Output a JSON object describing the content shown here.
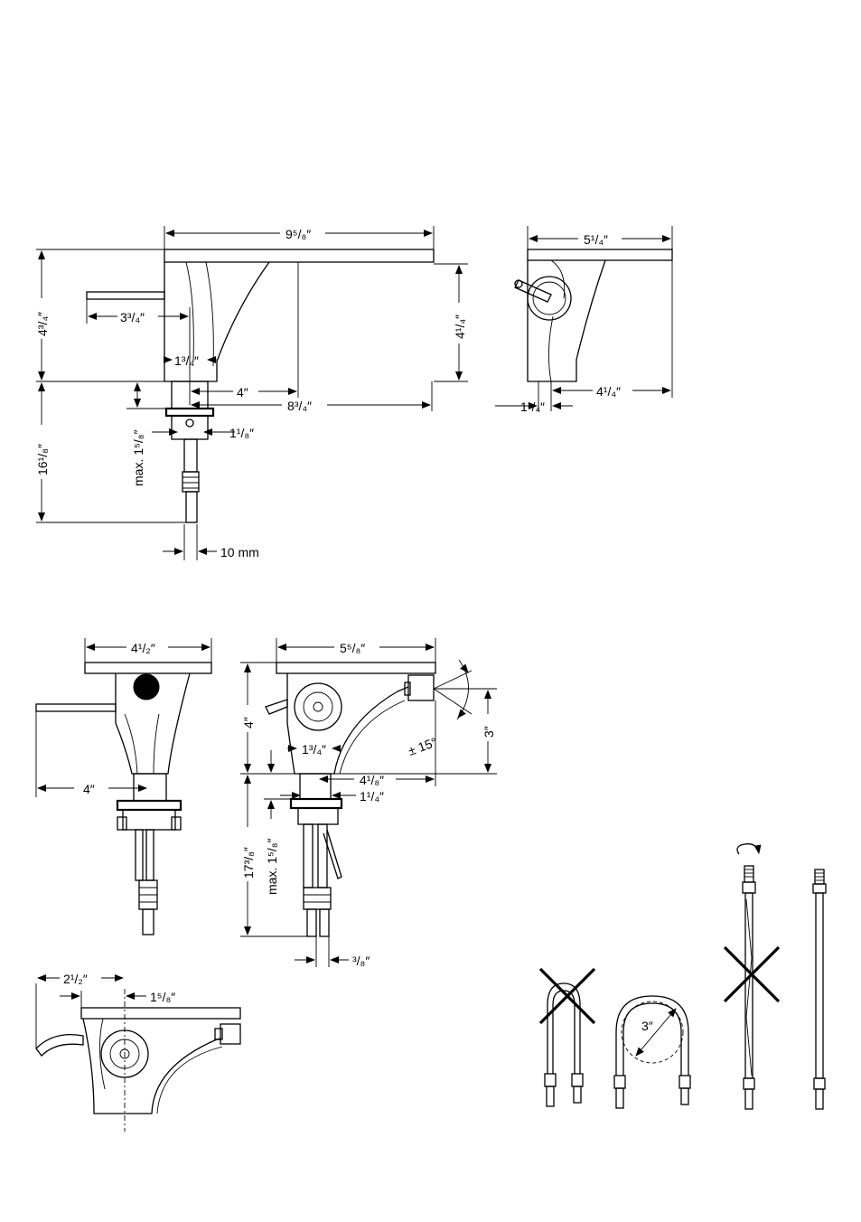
{
  "dimensions": {
    "side_width": "9⁵/₈″",
    "side_height": "4³/₄″",
    "lever_reach": "3³/₄″",
    "spout_height": "4¹/₄″",
    "base_dia": "1³/₄″",
    "offset_4": "4″",
    "spout_reach": "8³/₄″",
    "shank_len": "16¹/₈″",
    "max_thickness": "max. 1⁵/₈″",
    "shank_dia": "1¹/₈″",
    "tube": "10 mm",
    "front_width": "5¹/₄″",
    "front_left": "1¹/₄″",
    "front_right": "4¹/₄″",
    "b_width": "4¹/₂″",
    "b_lever": "4″",
    "c_width": "5⁵/₈″",
    "c_height": "4″",
    "c_spray": "3″",
    "c_angle": "± 15°",
    "c_base": "1³/₄″",
    "c_reach": "4¹/₈″",
    "c_shank": "1¹/₄″",
    "c_len": "17³/₈″",
    "c_max": "max. 1⁵/₈″",
    "c_tube": "³/₈″",
    "top_a": "2¹/₂″",
    "top_b": "1⁵/₈″",
    "bend_radius": "3″"
  }
}
